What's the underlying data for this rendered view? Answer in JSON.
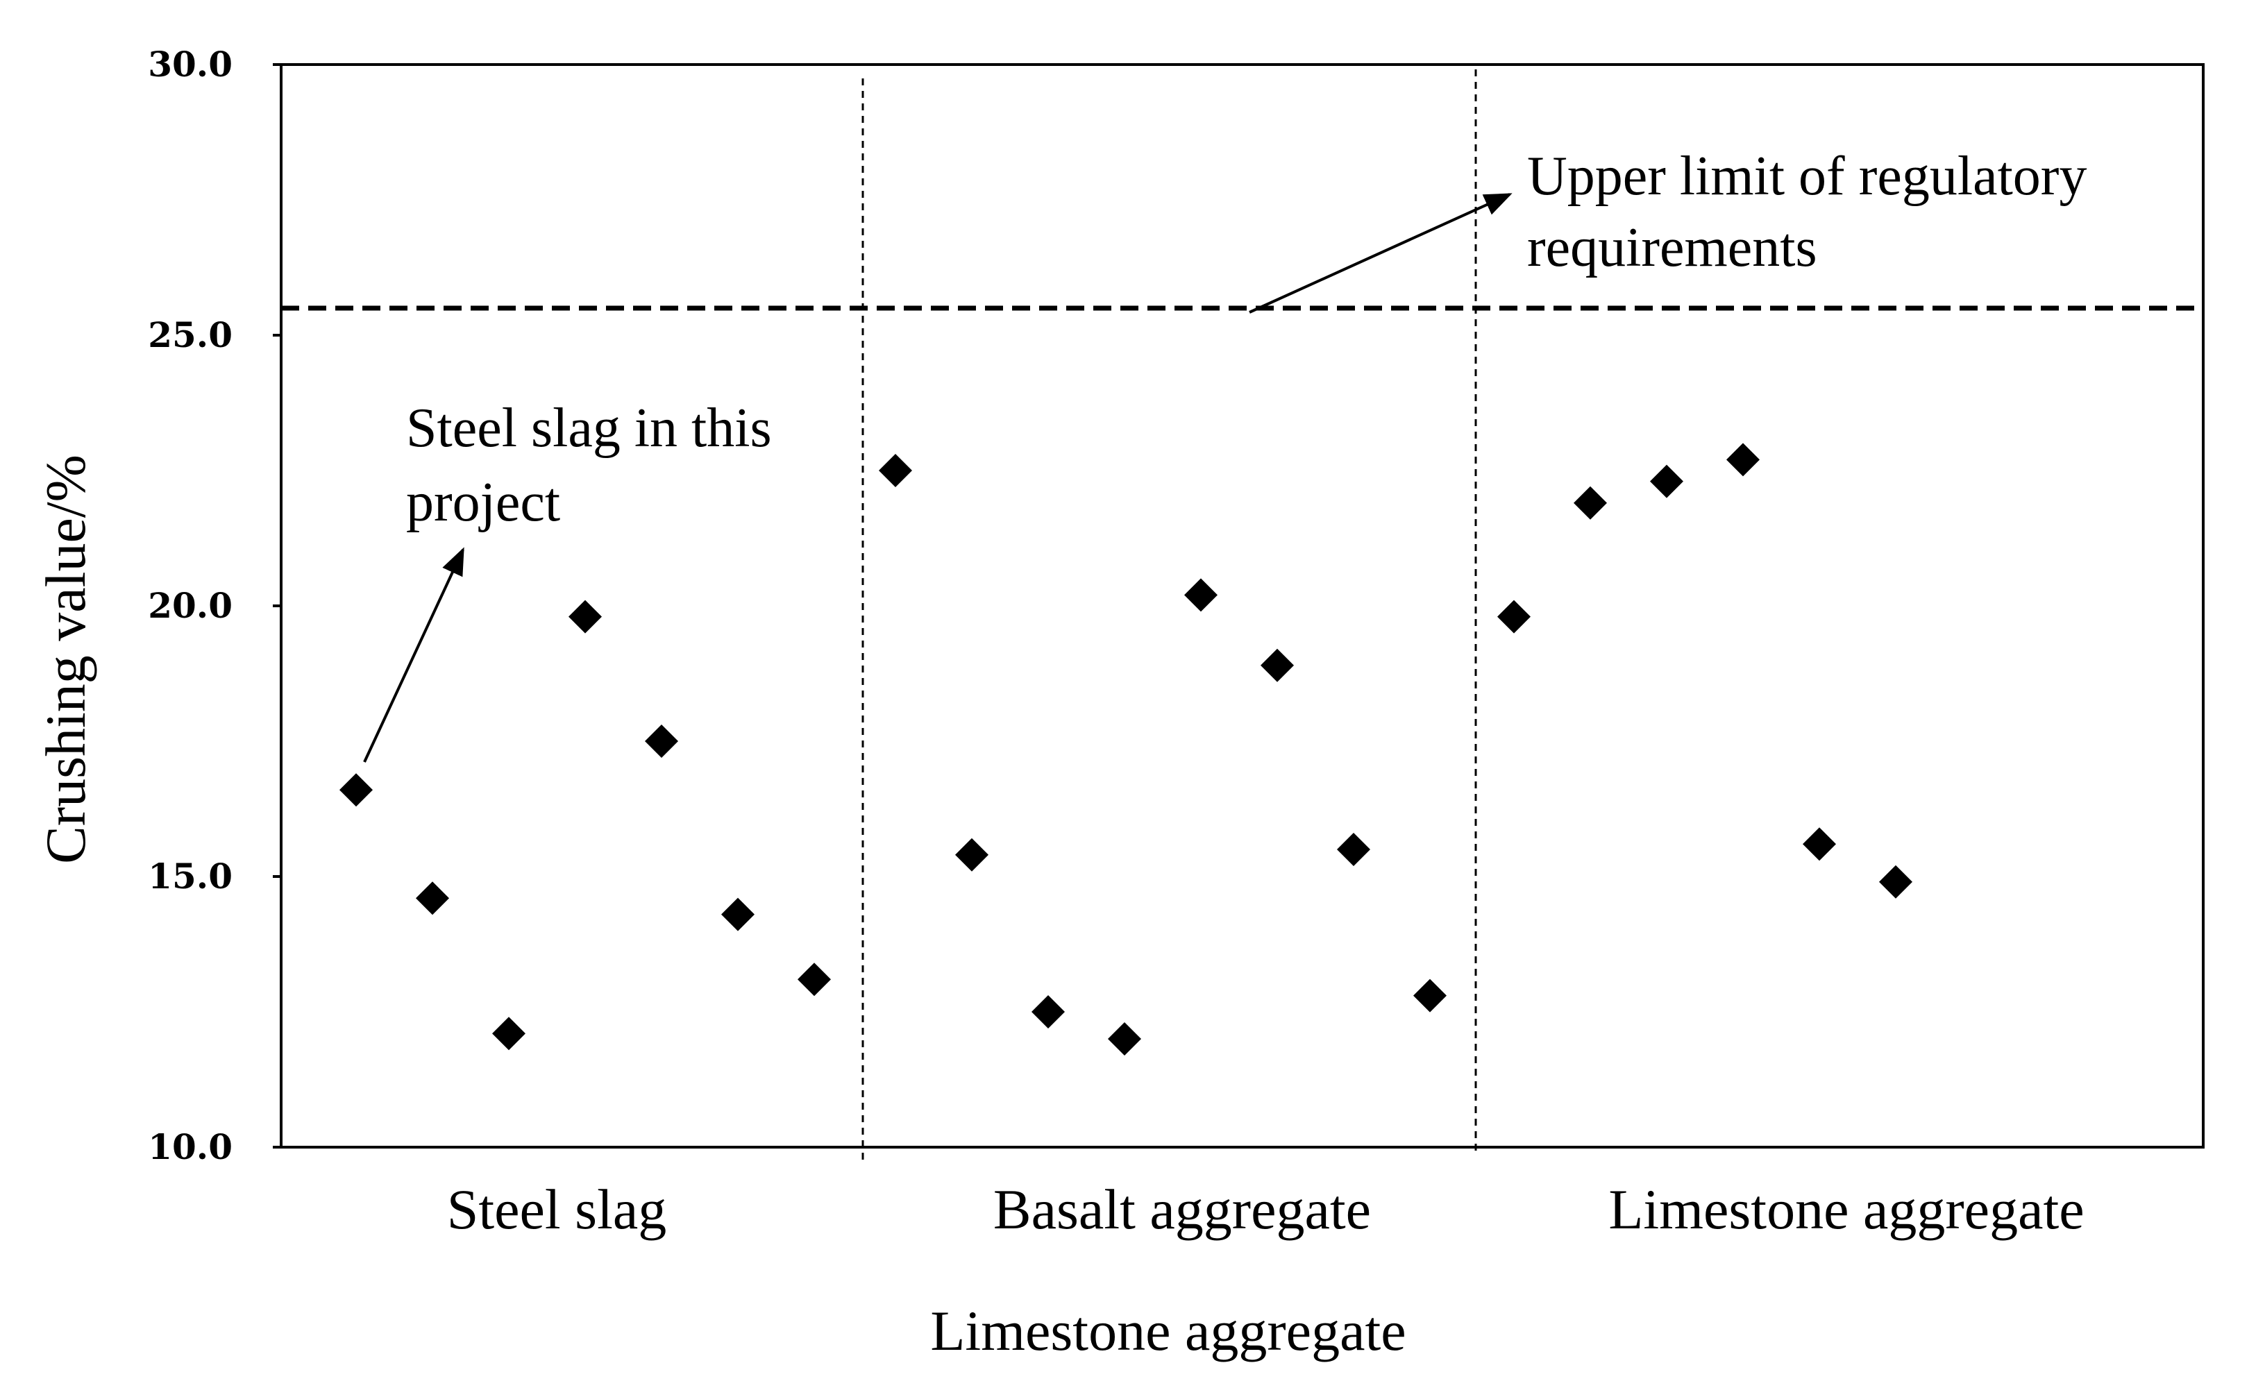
{
  "chart_data": {
    "type": "scatter",
    "ylabel": "Crushing value/%",
    "xlabel": "Limestone aggregate",
    "ylim": [
      10.0,
      30.0
    ],
    "yticks": [
      "10.0",
      "15.0",
      "20.0",
      "25.0",
      "30.0"
    ],
    "groups": [
      {
        "label": "Steel slag",
        "values": [
          16.6,
          14.6,
          12.1,
          19.8,
          17.5,
          14.3,
          13.1
        ]
      },
      {
        "label": "Basalt aggregate",
        "values": [
          22.5,
          15.4,
          12.5,
          12.0,
          20.2,
          18.9,
          15.5,
          12.8
        ]
      },
      {
        "label": "Limestone aggregate",
        "values": [
          19.8,
          21.9,
          22.3,
          22.7,
          15.6,
          14.9
        ]
      }
    ],
    "reference_line": {
      "value": 25.5,
      "style": "dashed"
    },
    "annotations": {
      "regulatory": [
        "Upper limit of regulatory",
        "requirements"
      ],
      "project": [
        "Steel slag in this",
        "project"
      ]
    },
    "grid": false,
    "marker": "diamond",
    "marker_color": "#000000"
  }
}
